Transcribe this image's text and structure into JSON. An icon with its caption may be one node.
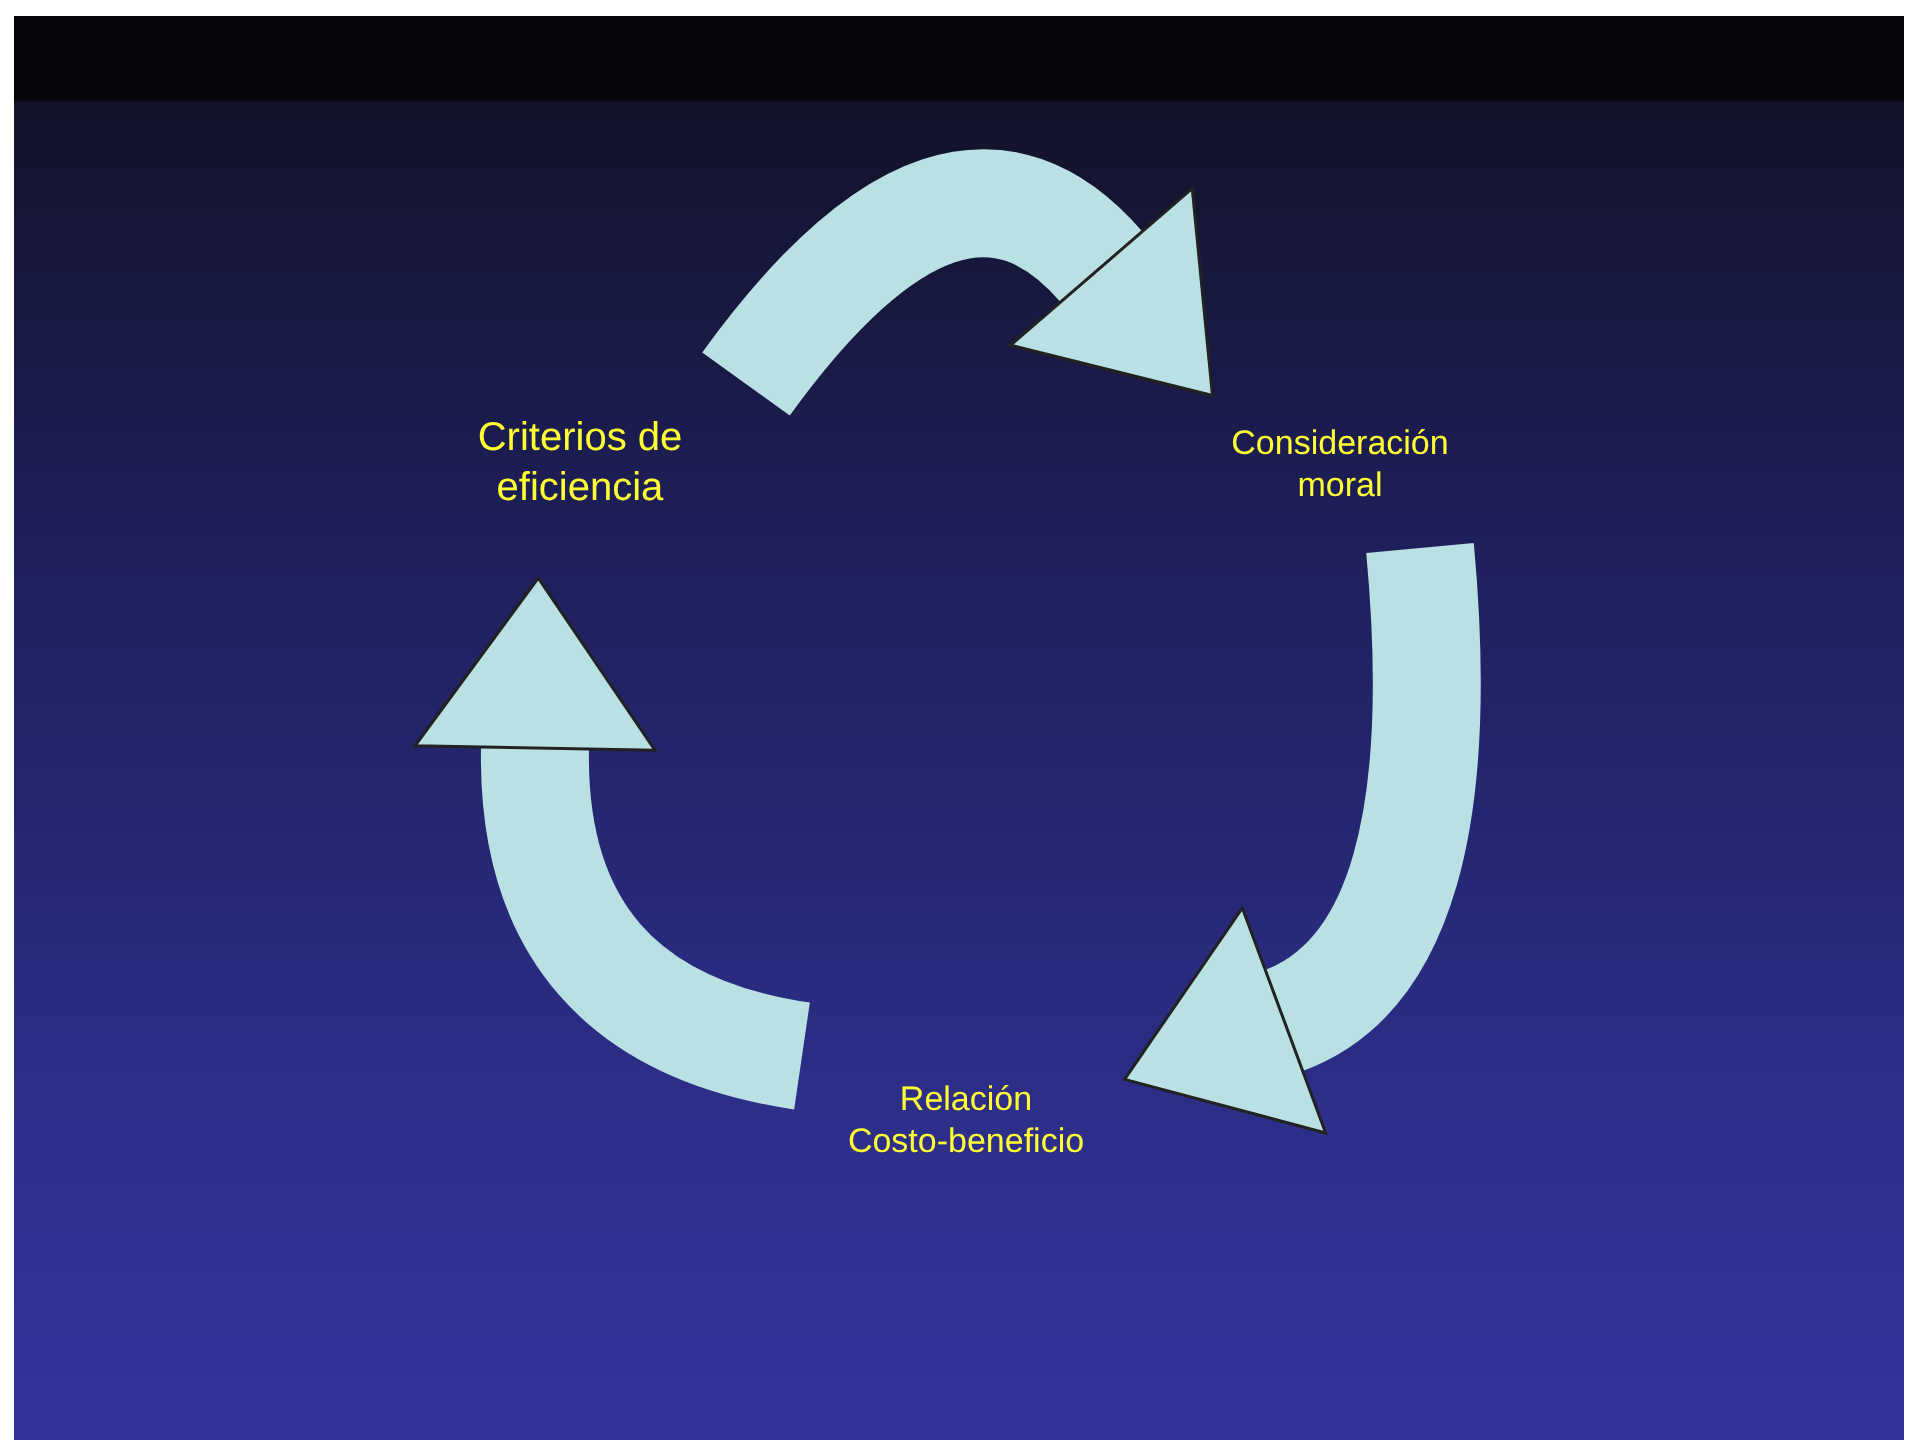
{
  "diagram": {
    "nodes": [
      {
        "text": [
          "Criterios de eficiencia"
        ]
      },
      {
        "text": [
          "Consideración moral"
        ]
      },
      {
        "text": [
          "Relación Costo-beneficio"
        ]
      }
    ],
    "edges": [
      {
        "from": 0,
        "to": 1,
        "arrow": "to"
      },
      {
        "from": 1,
        "to": 2,
        "arrow": "to"
      },
      {
        "from": 2,
        "to": 0,
        "arrow": "to"
      }
    ]
  }
}
